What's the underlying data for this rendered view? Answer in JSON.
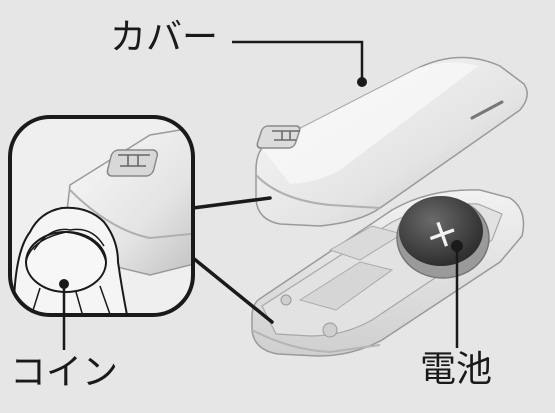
{
  "labels": {
    "cover": "カバー",
    "coin": "コイン",
    "battery": "電池"
  },
  "battery_symbol": "+",
  "icons": [
    "honda-emblem-icon",
    "plus-icon"
  ],
  "colors": {
    "background": "#e6e6e6",
    "line": "#1a1a1a",
    "body_light": "#f4f4f4",
    "body_shade": "#c9c9c9",
    "battery_dark": "#3a3a3a"
  }
}
